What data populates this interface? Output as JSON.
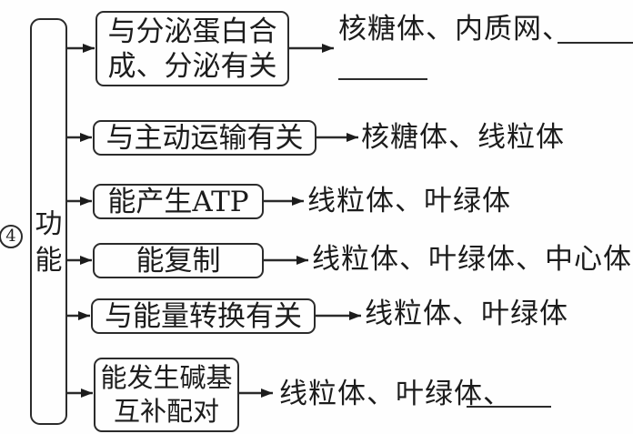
{
  "figure": {
    "item_number": "4",
    "root_label": "功能",
    "branches": [
      {
        "label_lines": [
          "与分泌蛋白合",
          "成、分泌有关"
        ],
        "answer": "核糖体、内质网、",
        "blanks_count": 2
      },
      {
        "label_lines": [
          "与主动运输有关"
        ],
        "answer": "核糖体、线粒体",
        "blanks_count": 0
      },
      {
        "label_lines": [
          "能产生ATP"
        ],
        "answer": "线粒体、叶绿体",
        "blanks_count": 0
      },
      {
        "label_lines": [
          "能复制"
        ],
        "answer": "线粒体、叶绿体、中心体",
        "blanks_count": 0
      },
      {
        "label_lines": [
          "与能量转换有关"
        ],
        "answer": "线粒体、叶绿体",
        "blanks_count": 0
      },
      {
        "label_lines": [
          "能发生碱基",
          "互补配对"
        ],
        "answer": "线粒体、叶绿体、",
        "blanks_count": 1
      }
    ]
  }
}
